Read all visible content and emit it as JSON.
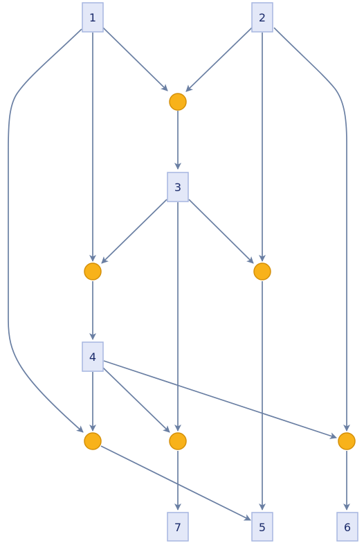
{
  "diagram": {
    "colors": {
      "edge": "#6a7fa3",
      "box_fill": "#e3e8f8",
      "box_stroke": "#a6b6e0",
      "dot_fill": "#f8b21a",
      "dot_stroke": "#d4900a",
      "label": "#1a2a6a"
    },
    "nodes": [
      {
        "id": "n1",
        "kind": "box",
        "label": "1"
      },
      {
        "id": "n2",
        "kind": "box",
        "label": "2"
      },
      {
        "id": "n3",
        "kind": "box",
        "label": "3"
      },
      {
        "id": "n4",
        "kind": "box",
        "label": "4"
      },
      {
        "id": "n5",
        "kind": "box",
        "label": "5"
      },
      {
        "id": "n6",
        "kind": "box",
        "label": "6"
      },
      {
        "id": "n7",
        "kind": "box",
        "label": "7"
      },
      {
        "id": "j1",
        "kind": "junction"
      },
      {
        "id": "j2",
        "kind": "junction"
      },
      {
        "id": "j3",
        "kind": "junction"
      },
      {
        "id": "j4",
        "kind": "junction"
      },
      {
        "id": "j5",
        "kind": "junction"
      },
      {
        "id": "j6",
        "kind": "junction"
      }
    ],
    "edges": [
      {
        "from": "n1",
        "to": "j1"
      },
      {
        "from": "n2",
        "to": "j1"
      },
      {
        "from": "j1",
        "to": "n3"
      },
      {
        "from": "n1",
        "to": "j2"
      },
      {
        "from": "n3",
        "to": "j2"
      },
      {
        "from": "n2",
        "to": "j3"
      },
      {
        "from": "n3",
        "to": "j3"
      },
      {
        "from": "j2",
        "to": "n4"
      },
      {
        "from": "n1",
        "to": "j4"
      },
      {
        "from": "n4",
        "to": "j4"
      },
      {
        "from": "n4",
        "to": "j5"
      },
      {
        "from": "n3",
        "to": "j5"
      },
      {
        "from": "n2",
        "to": "j6"
      },
      {
        "from": "n4",
        "to": "j6"
      },
      {
        "from": "j4",
        "to": "n5"
      },
      {
        "from": "j3",
        "to": "n5"
      },
      {
        "from": "j5",
        "to": "n7"
      },
      {
        "from": "j6",
        "to": "n6"
      }
    ]
  }
}
